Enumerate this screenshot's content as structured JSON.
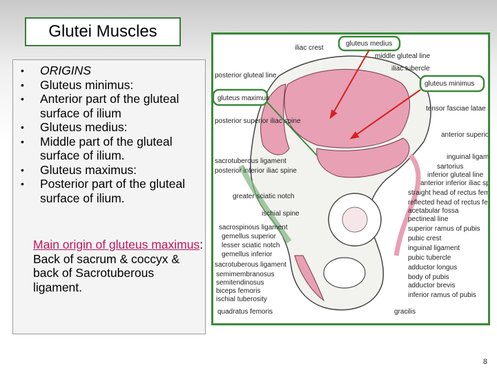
{
  "slide": {
    "title": "Glutei Muscles",
    "page_number": "8"
  },
  "bullets": [
    {
      "marker": "•",
      "text": "ORIGINS"
    },
    {
      "marker": "•",
      "text": "Gluteus minimus:"
    },
    {
      "marker": "•",
      "text": "Anterior part of the gluteal surface of ilium"
    },
    {
      "marker": "•",
      "text": "Gluteus medius:"
    },
    {
      "marker": "•",
      "text": "Middle part of the gluteal surface of ilium."
    },
    {
      "marker": "•",
      "text": "Gluteus maximus:"
    },
    {
      "marker": "•",
      "text": "Posterior part of the gluteal surface of ilium."
    }
  ],
  "main_origin": {
    "heading": "Main origin of gluteus maximus",
    "colon": ":",
    "body": "Back of sacrum & coccyx & back of Sacrotuberous ligament."
  },
  "figure": {
    "callouts": {
      "gluteus_medius": "gluteus medius",
      "gluteus_minimus": "gluteus minimus",
      "gluteus_maximus": "gluteus maximus"
    },
    "left_labels": [
      "posterior gluteal line",
      "posterior superior iliac spine",
      "sacrotuberous ligament",
      "posterior inferior iliac spine",
      "greater sciatic notch",
      "ischial spine",
      "sacrospinous ligament",
      "gemellus superior",
      "lesser sciatic notch",
      "gemellus inferior",
      "sacrotuberous ligament",
      "semimembranosus",
      "semitendinosus",
      "biceps femoris",
      "ischial tuberosity",
      "quadratus femoris"
    ],
    "top_labels": [
      "iliac crest",
      "middle gluteal line",
      "iliac tubercle"
    ],
    "right_labels": [
      "tensor fasciae latae",
      "anterior superior iliac spine",
      "inguinal ligament",
      "sartorius",
      "inferior gluteal line",
      "anterior inferior iliac spine",
      "straight head of rectus femoris",
      "reflected head of rectus femoris",
      "acetabular fossa",
      "pectineal line",
      "superior ramus of pubis",
      "pubic crest",
      "inguinal ligament",
      "pubic tubercle",
      "adductor longus",
      "body of pubis",
      "adductor brevis",
      "inferior ramus of pubis",
      "gracilis"
    ]
  },
  "colors": {
    "frame_green": "#3a8a3a",
    "muscle_pink": "#e8a0b4",
    "accent_pink": "#c0185a",
    "arrow_red": "#d62020"
  }
}
